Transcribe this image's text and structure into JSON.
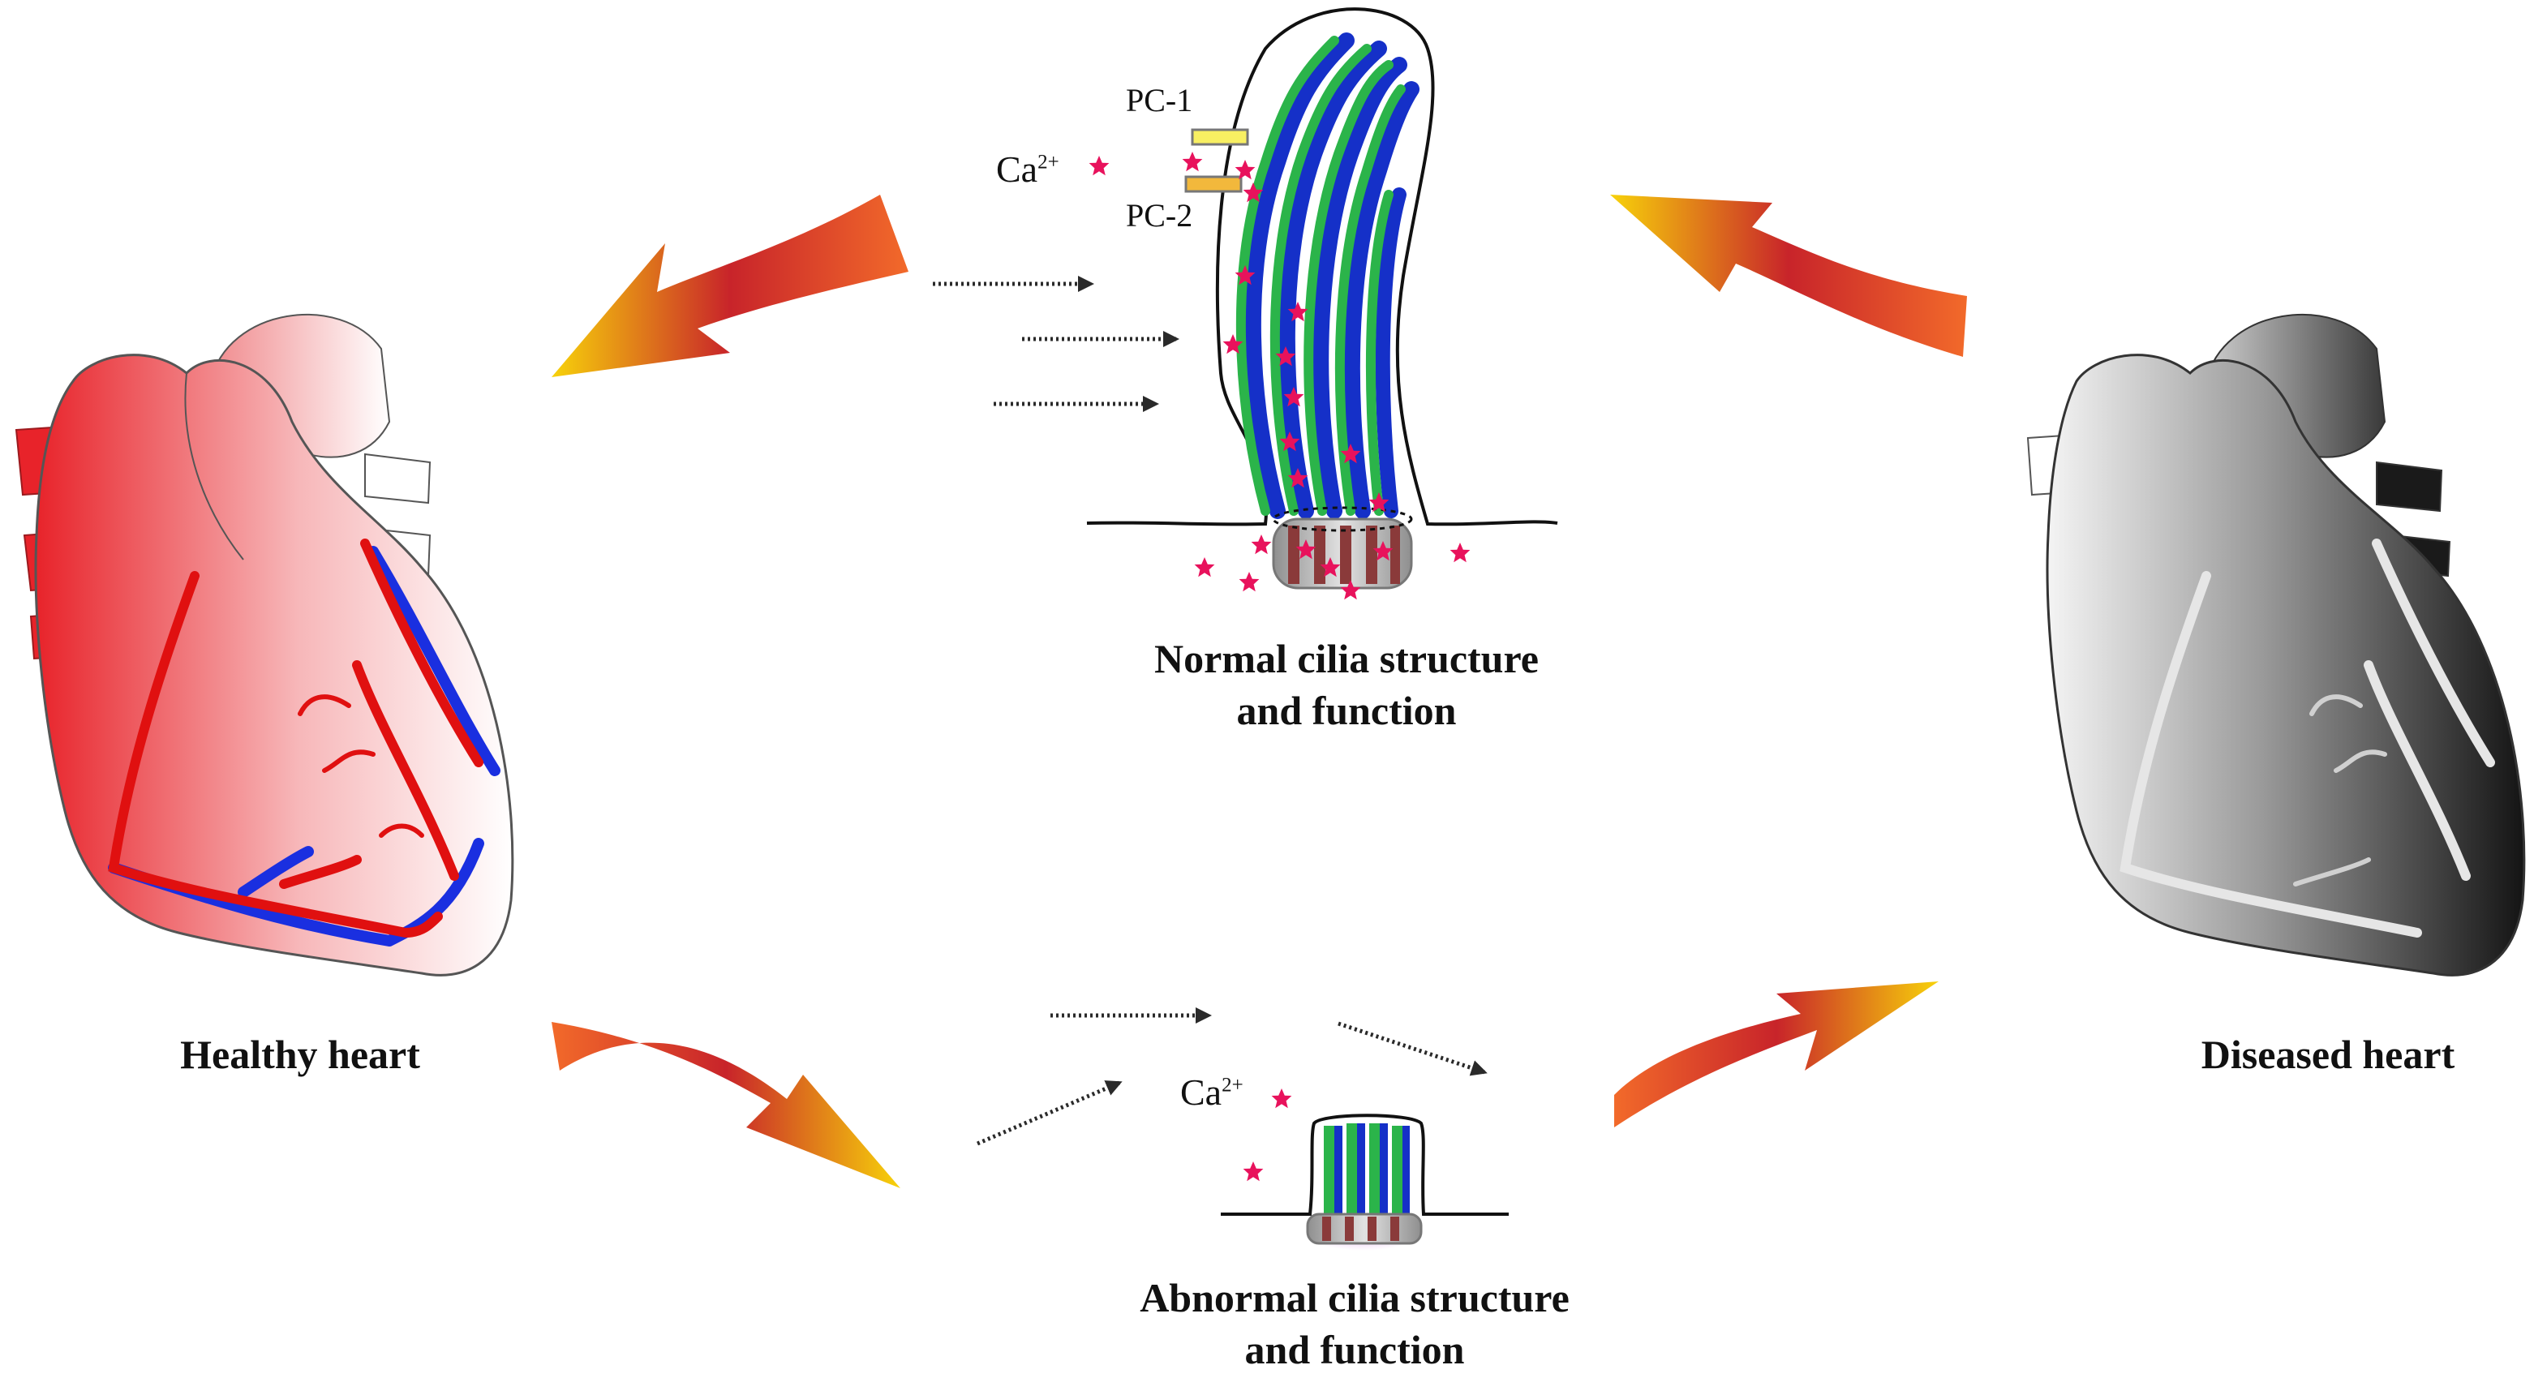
{
  "labels": {
    "healthy_heart": "Healthy heart",
    "diseased_heart": "Diseased heart",
    "normal_cilia_line1": "Normal cilia structure",
    "normal_cilia_line2": "and function",
    "abnormal_cilia_line1": "Abnormal cilia structure",
    "abnormal_cilia_line2": "and function",
    "pc1": "PC-1",
    "pc2": "PC-2",
    "ca_base": "Ca",
    "ca_charge": "2+"
  },
  "colors": {
    "healthy_red": "#e8232a",
    "healthy_fade": "#ffffff",
    "artery_red": "#e01010",
    "vein_blue": "#1a2fe0",
    "diseased_dark": "#1a1a1a",
    "diseased_light": "#f2f2f2",
    "big_arrow_start": "#f7d20a",
    "big_arrow_mid": "#c8242a",
    "big_arrow_end": "#f26a2a",
    "cilia_green": "#2bb44a",
    "cilia_blue": "#1530c8",
    "calcium_star": "#e8125c",
    "pc1_fill": "#f8ef62",
    "pc2_fill": "#f2b83c",
    "basal_body": "#8a3a3a",
    "flow_arrow": "#2a2a2a"
  },
  "icons": {
    "calcium_marker": "star",
    "flow_marker": "dotted-arrow",
    "transition_marker": "curved-gradient-arrow"
  }
}
